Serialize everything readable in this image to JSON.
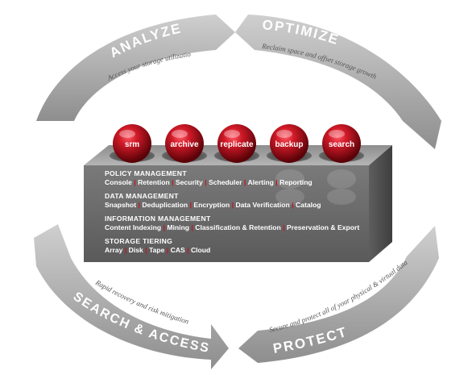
{
  "cycle": {
    "analyze": {
      "label": "ANALYZE",
      "subtitle": "Access your storage utilization"
    },
    "optimize": {
      "label": "OPTIMIZE",
      "subtitle": "Reclaim space and offset storage growth"
    },
    "search_access": {
      "label": "SEARCH & ACCESS",
      "subtitle": "Rapid recovery and risk mitigation"
    },
    "protect": {
      "label": "PROTECT",
      "subtitle": "Secure and protect all of your physical & virtual data"
    }
  },
  "modules": [
    {
      "label": "srm"
    },
    {
      "label": "archive"
    },
    {
      "label": "replicate"
    },
    {
      "label": "backup"
    },
    {
      "label": "search"
    }
  ],
  "sections": [
    {
      "title": "POLICY MANAGEMENT",
      "items": [
        "Console",
        "Retention",
        "Security",
        "Scheduler",
        "Alerting",
        "Reporting"
      ]
    },
    {
      "title": "DATA MANAGEMENT",
      "items": [
        "Snapshot",
        "Deduplication",
        "Encryption",
        "Data Verification",
        "Catalog"
      ]
    },
    {
      "title": "INFORMATION MANAGEMENT",
      "items": [
        "Content Indexing",
        "Mining",
        "Classification & Retention",
        "Preservation & Export"
      ]
    },
    {
      "title": "STORAGE TIERING",
      "items": [
        "Array",
        "Disk",
        "Tape",
        "CAS",
        "Cloud"
      ]
    }
  ],
  "colors": {
    "arc": "#b4b4b4",
    "ball": "#b3101d",
    "slab_top": "#9a9a9a",
    "slab_front": "#6e6e6e"
  }
}
